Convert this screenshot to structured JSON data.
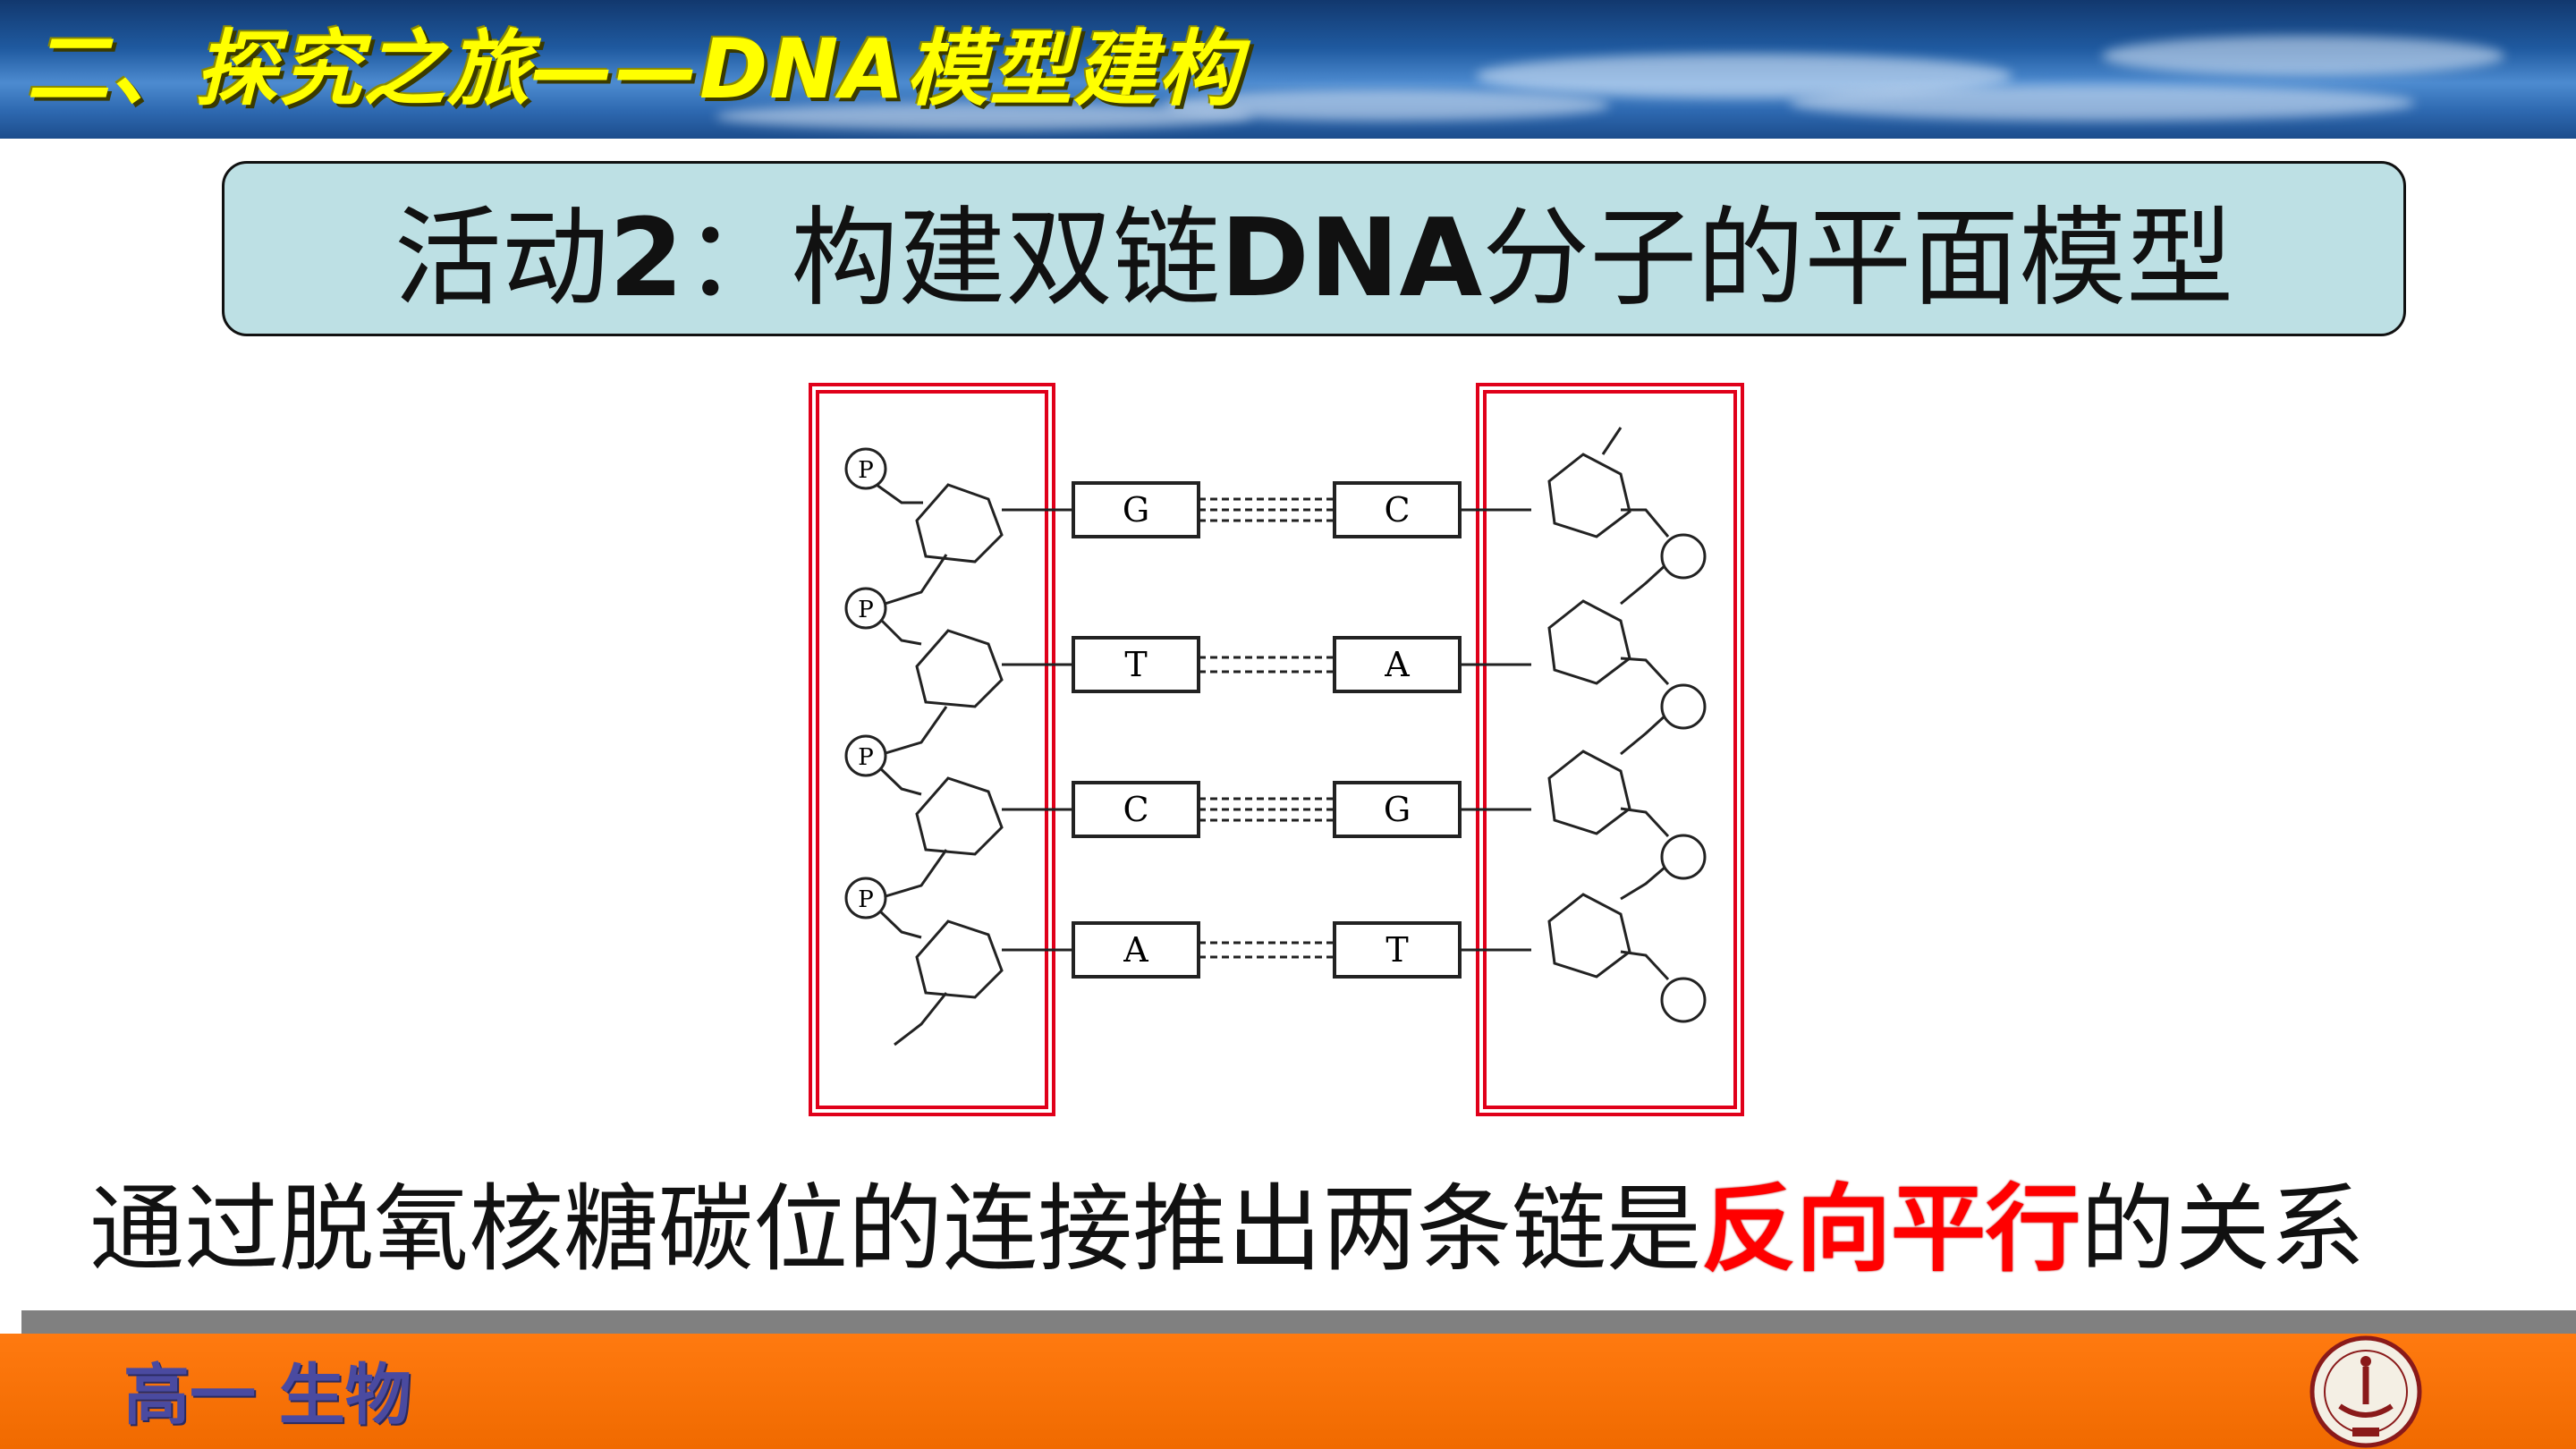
{
  "header": {
    "section_title": "二、探究之旅——DNA模型建构",
    "colors": {
      "title": "#ffff00",
      "bar": "#1f5aa0"
    }
  },
  "activity": {
    "prefix": "活动",
    "number": "2",
    "colon": "：构建双链",
    "dna": "DNA",
    "suffix": "分子的平面模型"
  },
  "diagram": {
    "phosphate_label": "P",
    "left_bases": [
      "G",
      "T",
      "C",
      "A"
    ],
    "right_bases": [
      "C",
      "A",
      "G",
      "T"
    ],
    "highlight_color": "#e0001a"
  },
  "caption": {
    "before": "通过脱氧核糖碳位的连接推出两条链是",
    "emphasis": "反向平行",
    "after": "的关系"
  },
  "footer": {
    "course": "高一 生物",
    "colors": {
      "bar": "#f06a00",
      "text": "#4a4aa0"
    }
  }
}
